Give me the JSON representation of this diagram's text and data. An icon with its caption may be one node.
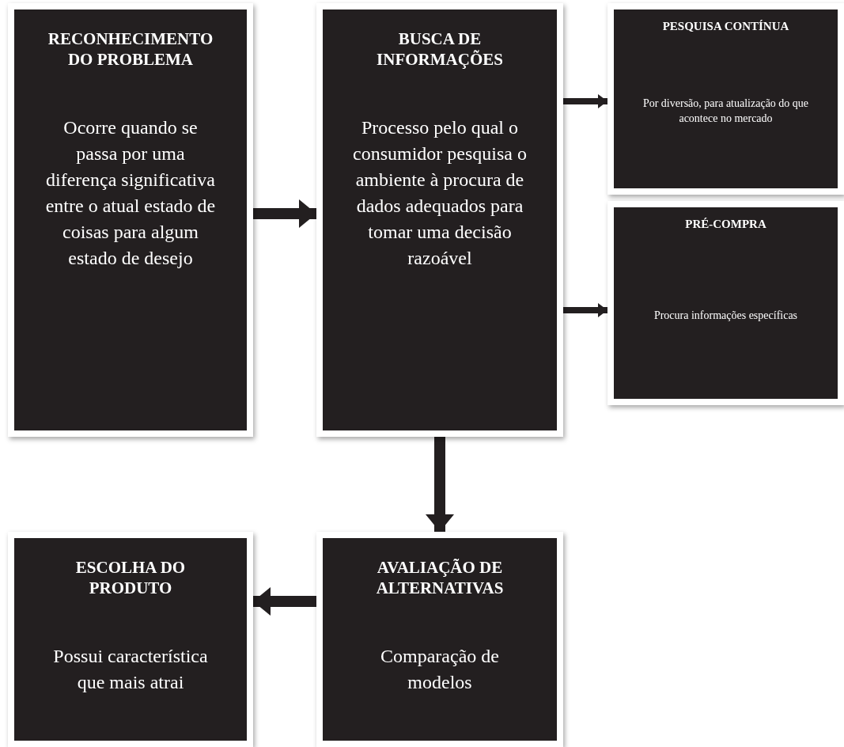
{
  "diagram": {
    "nodes": [
      {
        "text": [
          "RECONHECIMENTO DO PROBLEMA",
          "Ocorre quando se passa por uma diferença significativa entre o atual estado de coisas para algum estado de desejo"
        ]
      },
      {
        "text": [
          "BUSCA DE INFORMAÇÕES",
          "Processo pelo qual o consumidor pesquisa o ambiente à procura de dados adequados para tomar uma decisão razoável"
        ]
      },
      {
        "text": [
          "PESQUISA CONTÍNUA",
          "Por diversão, para atualização do que acontece no mercado"
        ]
      },
      {
        "text": [
          "PRÉ-COMPRA",
          "Procura informações específicas"
        ]
      },
      {
        "text": [
          "AVALIAÇÃO DE ALTERNATIVAS",
          "Comparação de modelos"
        ]
      },
      {
        "text": [
          "ESCOLHA DO PRODUTO",
          "Possui característica que mais atrai"
        ]
      }
    ],
    "edges": [
      {
        "from": 0,
        "to": 1,
        "arrow": "to"
      },
      {
        "from": 1,
        "to": 2,
        "arrow": "to"
      },
      {
        "from": 1,
        "to": 3,
        "arrow": "to"
      },
      {
        "from": 1,
        "to": 4,
        "arrow": "to"
      },
      {
        "from": 4,
        "to": 5,
        "arrow": "to"
      }
    ]
  }
}
